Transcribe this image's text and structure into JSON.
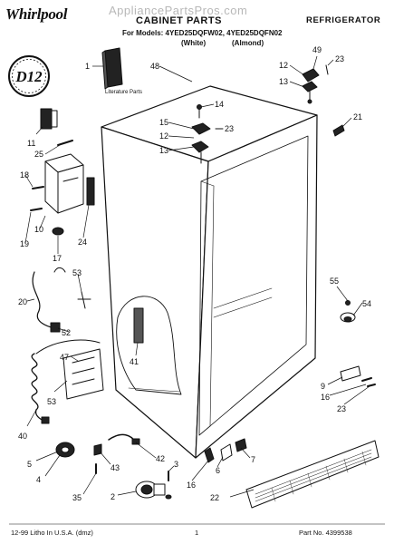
{
  "header": {
    "brand": "Whirlpool",
    "watermark": "AppliancePartsPros.com",
    "title": "CABINET PARTS",
    "category": "REFRIGERATOR",
    "models_line": "For Models: 4YED25DQFW02, 4YED25DQFN02",
    "color_white": "(White)",
    "color_almond": "(Almond)"
  },
  "badge": {
    "text": "D12",
    "icon": "d12-circle-logo"
  },
  "literature_label": "Literature Parts",
  "callouts": [
    "1",
    "48",
    "49",
    "12",
    "23",
    "13",
    "14",
    "21",
    "15",
    "12",
    "23",
    "13",
    "11",
    "25",
    "18",
    "10",
    "24",
    "19",
    "17",
    "53",
    "20",
    "52",
    "55",
    "54",
    "41",
    "47",
    "53",
    "40",
    "9",
    "16",
    "23",
    "5",
    "4",
    "35",
    "42",
    "43",
    "3",
    "2",
    "6",
    "7",
    "16",
    "22"
  ],
  "footer": {
    "left": "12-99 Litho In U.S.A. (dmz)",
    "page": "1",
    "part_no": "Part No. 4399538"
  }
}
